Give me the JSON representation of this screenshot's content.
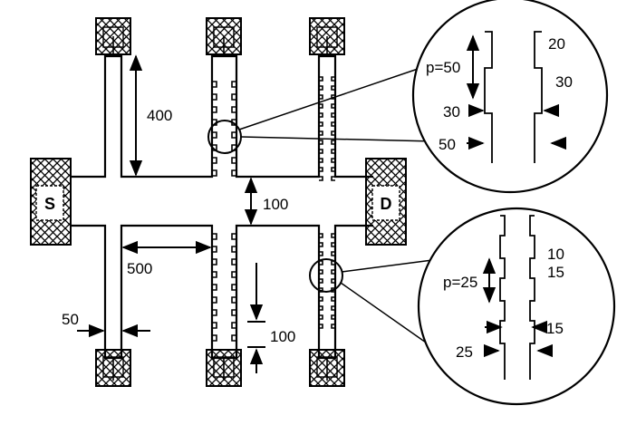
{
  "pads": {
    "source": "S",
    "drain": "D"
  },
  "dimensions": {
    "arm_length": "400",
    "channel_width": "100",
    "probe_spacing": "500",
    "probe_width": "50",
    "gap": "100"
  },
  "inset_top": {
    "period": "p=50",
    "d1": "20",
    "d2": "30",
    "d3": "30",
    "d4": "50"
  },
  "inset_bottom": {
    "period": "p=25",
    "d1": "10",
    "d2": "15",
    "d3": "15",
    "d4": "25"
  },
  "colors": {
    "ink": "#000000",
    "paper": "#ffffff"
  }
}
